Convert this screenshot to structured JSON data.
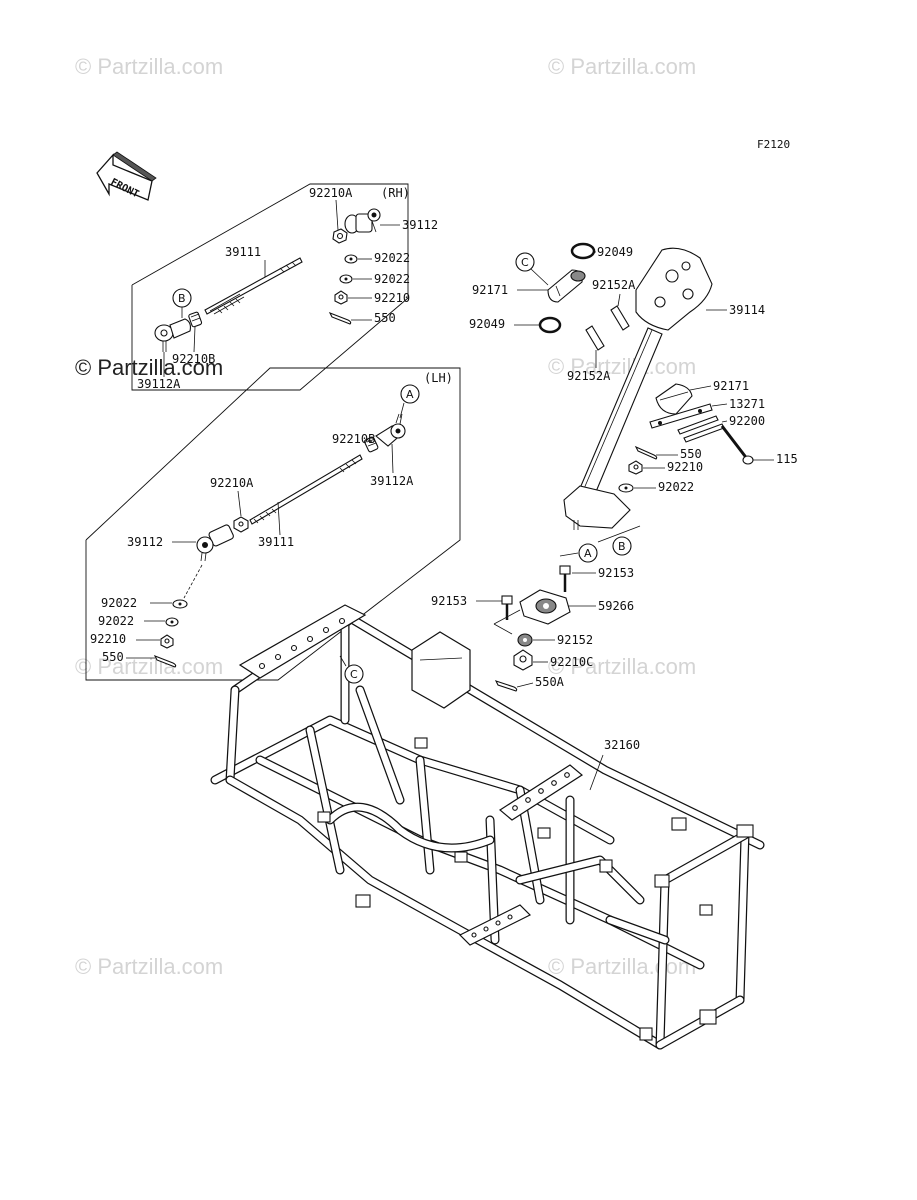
{
  "figure_code": "F2120",
  "watermark": {
    "text": "© Partzilla.com"
  },
  "front_arrow": {
    "label": "FRONT"
  },
  "rh_group": {
    "title": "(RH)",
    "labels": {
      "p92210A": "92210A",
      "p39112": "39112",
      "p92022a": "92022",
      "p92022b": "92022",
      "p92210": "92210",
      "p550": "550",
      "p39111": "39111",
      "p92210B": "92210B",
      "p39112A": "39112A",
      "refB": "B"
    }
  },
  "lh_group": {
    "title": "(LH)",
    "labels": {
      "refA": "A",
      "p92210B": "92210B",
      "p39112A": "39112A",
      "p92210A": "92210A",
      "p39112": "39112",
      "p39111": "39111",
      "p92022a": "92022",
      "p92022b": "92022",
      "p92210": "92210",
      "p550": "550"
    }
  },
  "steering": {
    "labels": {
      "refC": "C",
      "p92049a": "92049",
      "p92171a": "92171",
      "p92152Aa": "92152A",
      "p39114": "39114",
      "p92049b": "92049",
      "p92152Ab": "92152A",
      "p92171b": "92171",
      "p13271": "13271",
      "p92200": "92200",
      "p550": "550",
      "p115": "115",
      "p92210": "92210",
      "p92022": "92022",
      "refA": "A",
      "refB": "B",
      "p92153a": "92153",
      "p92153b": "92153",
      "p59266": "59266",
      "p92152": "92152",
      "p92210C": "92210C",
      "p550A": "550A"
    }
  },
  "frame": {
    "refC": "C",
    "p32160": "32160"
  }
}
